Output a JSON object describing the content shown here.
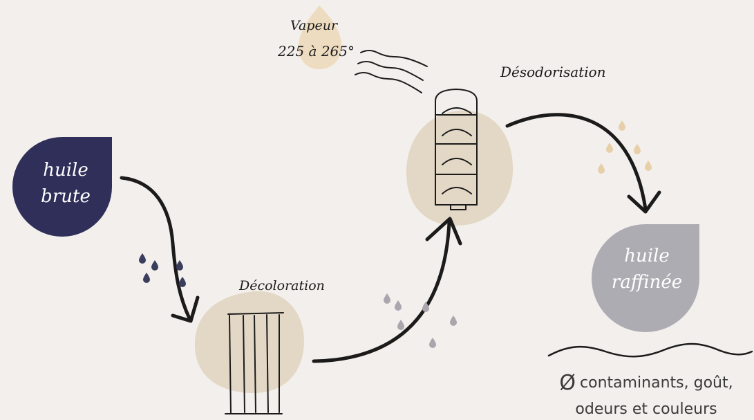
{
  "nodes": {
    "crude_oil": {
      "label_line1": "huile",
      "label_line2": "brute",
      "color": "#2f2f5a",
      "text_color": "#ffffff"
    },
    "refined_oil": {
      "label_line1": "huile",
      "label_line2": "raffinée",
      "color": "#aeacb3",
      "text_color": "#ffffff"
    },
    "decoloration": {
      "label": "Décoloration"
    },
    "deodorization": {
      "label": "Désodorisation"
    }
  },
  "steam": {
    "label": "Vapeur",
    "temperature": "225 à 265°"
  },
  "result": {
    "symbol": "Ø",
    "line1": "contaminants, goût,",
    "line2": "odeurs et couleurs"
  },
  "colors": {
    "background": "#f3efec",
    "blob": "#e3d8c6",
    "steam_blob": "#eedcc0",
    "ink": "#1b1b1b",
    "drop_dark": "#3b3d5c",
    "drop_grey": "#a9a7ad",
    "drop_beige": "#e7cfaa"
  },
  "icons": [
    "oil-drop-icon",
    "arrow-icon",
    "filter-columns-icon",
    "deodorizer-column-icon",
    "steam-wave-icon",
    "droplet-icon",
    "wave-line-icon",
    "empty-set-icon"
  ]
}
